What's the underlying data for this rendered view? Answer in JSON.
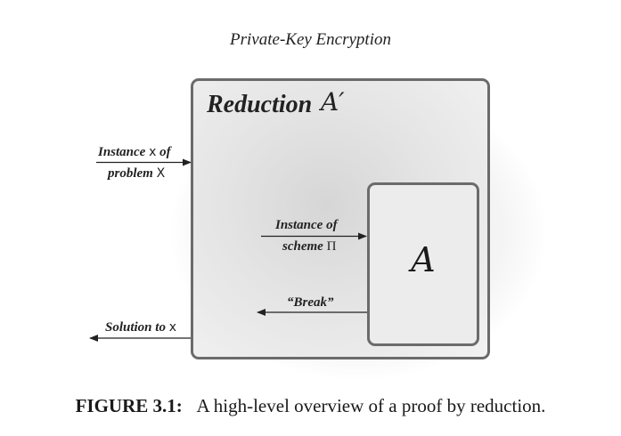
{
  "header": {
    "text": "Private-Key Encryption"
  },
  "diagram": {
    "outer_title": "Reduction",
    "outer_symbol": "A′",
    "inner_symbol": "A",
    "input_label": {
      "line1_prefix": "Instance",
      "line1_var": "x",
      "line1_suffix": "of",
      "line2_prefix": "problem",
      "line2_var": "X"
    },
    "scheme_label": {
      "line1": "Instance of",
      "line2_prefix": "scheme",
      "line2_var": "Π"
    },
    "break_label": "“Break”",
    "output_label": {
      "prefix": "Solution to",
      "var": "x"
    }
  },
  "caption": {
    "figure_number": "FIGURE 3.1",
    "colon": ":",
    "text": "A high-level overview of a proof by reduction."
  }
}
